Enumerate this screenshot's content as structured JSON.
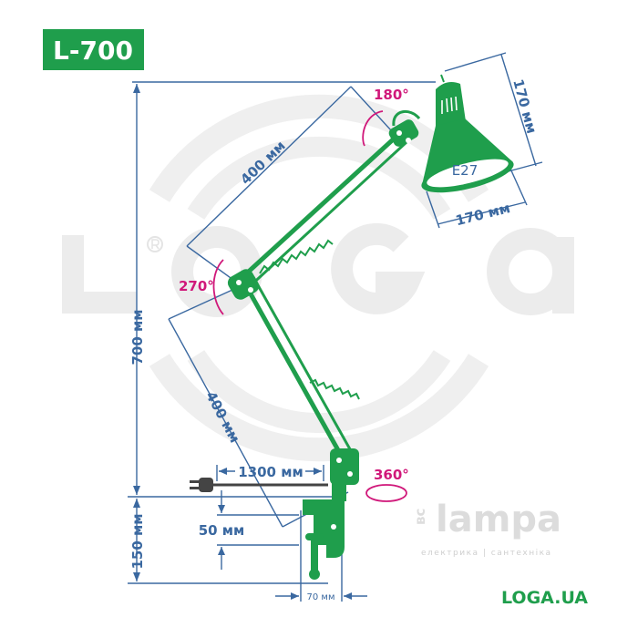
{
  "model_badge": "L-700",
  "watermark": {
    "brand": "LOGA",
    "registered": "®",
    "shop_prefix": "вс",
    "shop_name": "lampa",
    "shop_tagline": "електрика | сантехніка"
  },
  "dimensions": {
    "total_height": "700 мм",
    "upper_arm": "400 мм",
    "lower_arm": "400 мм",
    "shade_height": "170 мм",
    "shade_width": "170 мм",
    "cord_length": "1300 мм",
    "clamp_opening": "50 мм",
    "clamp_height": "150 мм",
    "clamp_width": "70 мм"
  },
  "rotations": {
    "head": "180°",
    "elbow": "270°",
    "base": "360°"
  },
  "socket": "E27",
  "footer_site": "LOGA.UA",
  "colors": {
    "brand_green": "#1f9e4c",
    "dimension_blue": "#3a68a0",
    "rotation_magenta": "#d0187a",
    "watermark_grey": "#ebebeb"
  }
}
